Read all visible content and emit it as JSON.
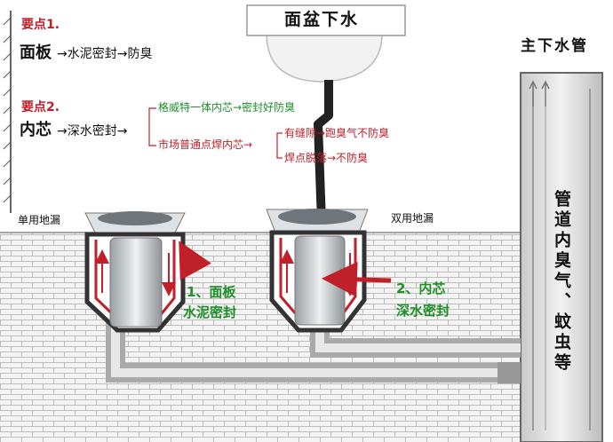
{
  "top_label": "面盆下水",
  "main_pipe_label": "主下水管",
  "pipe_side_text": "管道内臭气、蚊虫等",
  "point1": {
    "heading": "要点1.",
    "part": "面板",
    "chain": "→水泥密封→防臭"
  },
  "point2": {
    "heading": "要点2.",
    "part": "内芯",
    "chain_start": "→深水密封→",
    "branch_good": "格威特一体内芯→密封好防臭",
    "branch_bad": "市场普通点焊内芯→",
    "bad_a": "有缝隙→跑臭气不防臭",
    "bad_b": "焊点脱落→不防臭"
  },
  "single_drain_label": "单用地漏",
  "double_drain_label": "双用地漏",
  "callout1_line1": "1、面板",
  "callout1_line2": "水泥密封",
  "callout2_line1": "2、内芯",
  "callout2_line2": "深水密封",
  "colors": {
    "red": "#c0202a",
    "green": "#1f8f2a",
    "brick": "#d9d9d9",
    "pipe": "#b8b8b8"
  }
}
